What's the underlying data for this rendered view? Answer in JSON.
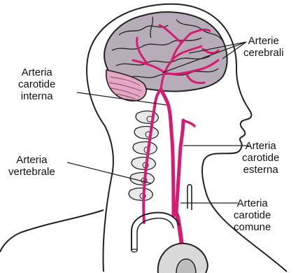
{
  "labels": {
    "cerebral": {
      "line1": "Arterie",
      "line2": "cerebrali"
    },
    "internal_carotid": {
      "line1": "Arteria",
      "line2": "carotide",
      "line3": "interna"
    },
    "vertebral": {
      "line1": "Arteria",
      "line2": "vertebrale"
    },
    "external_carotid": {
      "line1": "Arteria",
      "line2": "carotide",
      "line3": "esterna"
    },
    "common_carotid": {
      "line1": "Arteria",
      "line2": "carotide",
      "line3": "comune"
    }
  },
  "colors": {
    "artery": "#d81b72",
    "brain": "#b6adb8",
    "cerebellum": "#e6a7c4",
    "outline": "#222222",
    "vertebra": "#e9e9e9"
  }
}
